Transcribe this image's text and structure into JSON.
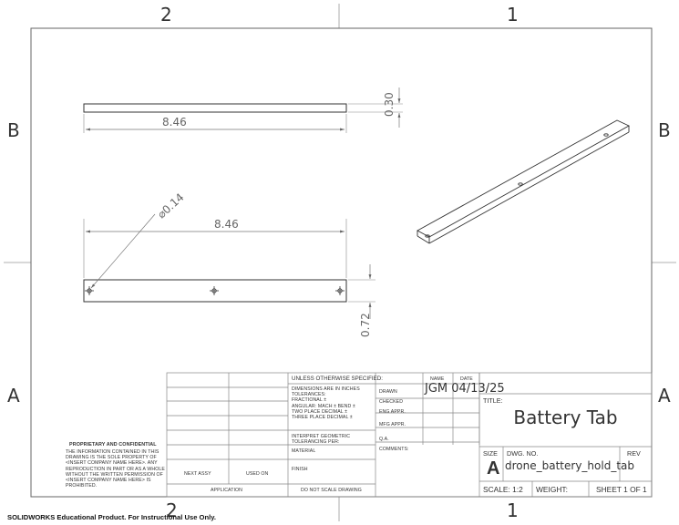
{
  "zones": {
    "top_left": "2",
    "top_right": "1",
    "bottom_left": "2",
    "bottom_right": "1",
    "left_upper": "B",
    "left_lower": "A",
    "right_upper": "B",
    "right_lower": "A"
  },
  "dimensions": {
    "top_length": "8.46",
    "thickness": "0.30",
    "hole_dia": "⌀0.14",
    "bottom_length": "8.46",
    "width": "0.72"
  },
  "tolerance": {
    "header": "UNLESS OTHERWISE SPECIFIED:",
    "lines": [
      "DIMENSIONS ARE IN INCHES",
      "TOLERANCES:",
      "FRACTIONAL ±",
      "ANGULAR: MACH ±    BEND ±",
      "TWO PLACE DECIMAL    ±",
      "THREE PLACE DECIMAL  ±"
    ],
    "interpret": [
      "INTERPRET GEOMETRIC",
      "TOLERANCING PER:"
    ],
    "material": "MATERIAL",
    "finish": "FINISH",
    "do_not_scale": "DO NOT SCALE DRAWING"
  },
  "app_block": {
    "next_assy": "NEXT ASSY",
    "used_on": "USED ON",
    "application": "APPLICATION"
  },
  "approvals": {
    "name_header": "NAME",
    "date_header": "DATE",
    "rows": [
      "DRAWN",
      "CHECKED",
      "ENG APPR.",
      "MFG APPR.",
      "Q.A.",
      "COMMENTS:"
    ],
    "drawn_value": "JGM 04/13/25"
  },
  "title_block": {
    "title_label": "TITLE:",
    "title": "Battery Tab",
    "size_label": "SIZE",
    "size": "A",
    "dwg_label": "DWG.  NO.",
    "dwg_no": "drone_battery_hold_tab",
    "rev_label": "REV",
    "scale": "SCALE: 1:2",
    "weight": "WEIGHT:",
    "sheet": "SHEET 1 OF 1"
  },
  "proprietary": {
    "header": "PROPRIETARY AND CONFIDENTIAL",
    "lines": [
      "THE INFORMATION CONTAINED IN THIS",
      "DRAWING IS THE SOLE PROPERTY OF",
      "<INSERT COMPANY NAME HERE>.  ANY",
      "REPRODUCTION IN PART OR AS A WHOLE",
      "WITHOUT THE WRITTEN PERMISSION OF",
      "<INSERT COMPANY NAME HERE> IS",
      "PROHIBITED."
    ]
  },
  "footer": "SOLIDWORKS Educational Product. For Instructional Use Only."
}
